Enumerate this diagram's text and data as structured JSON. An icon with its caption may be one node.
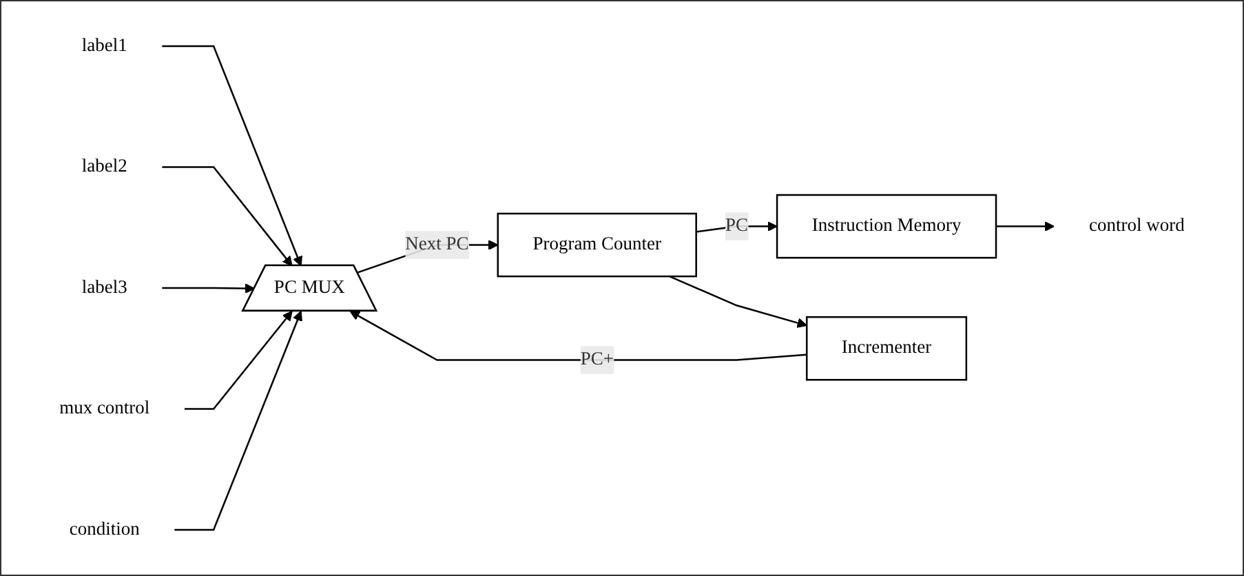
{
  "diagram": {
    "nodes": [
      {
        "text": [
          "PC MUX"
        ]
      },
      {
        "text": [
          "Program Counter"
        ]
      },
      {
        "text": [
          "Instruction Memory"
        ]
      },
      {
        "text": [
          "Incrementer"
        ]
      },
      {
        "text": [
          "label1"
        ]
      },
      {
        "text": [
          "label2"
        ]
      },
      {
        "text": [
          "label3"
        ]
      },
      {
        "text": [
          "mux control"
        ]
      },
      {
        "text": [
          "condition"
        ]
      },
      {
        "text": [
          "control word"
        ]
      }
    ],
    "edges": [
      {
        "from": 4,
        "to": 0,
        "arrow": "to"
      },
      {
        "from": 5,
        "to": 0,
        "arrow": "to"
      },
      {
        "from": 6,
        "to": 0,
        "arrow": "to"
      },
      {
        "from": 7,
        "to": 0,
        "arrow": "to"
      },
      {
        "from": 8,
        "to": 0,
        "arrow": "to"
      },
      {
        "from": 0,
        "to": 1,
        "label": "Next PC",
        "arrow": "to"
      },
      {
        "from": 1,
        "to": 2,
        "label": "PC",
        "arrow": "to"
      },
      {
        "from": 1,
        "to": 3,
        "arrow": "to"
      },
      {
        "from": 3,
        "to": 0,
        "label": "PC+",
        "arrow": "to"
      },
      {
        "from": 2,
        "to": 9,
        "arrow": "to"
      }
    ]
  }
}
